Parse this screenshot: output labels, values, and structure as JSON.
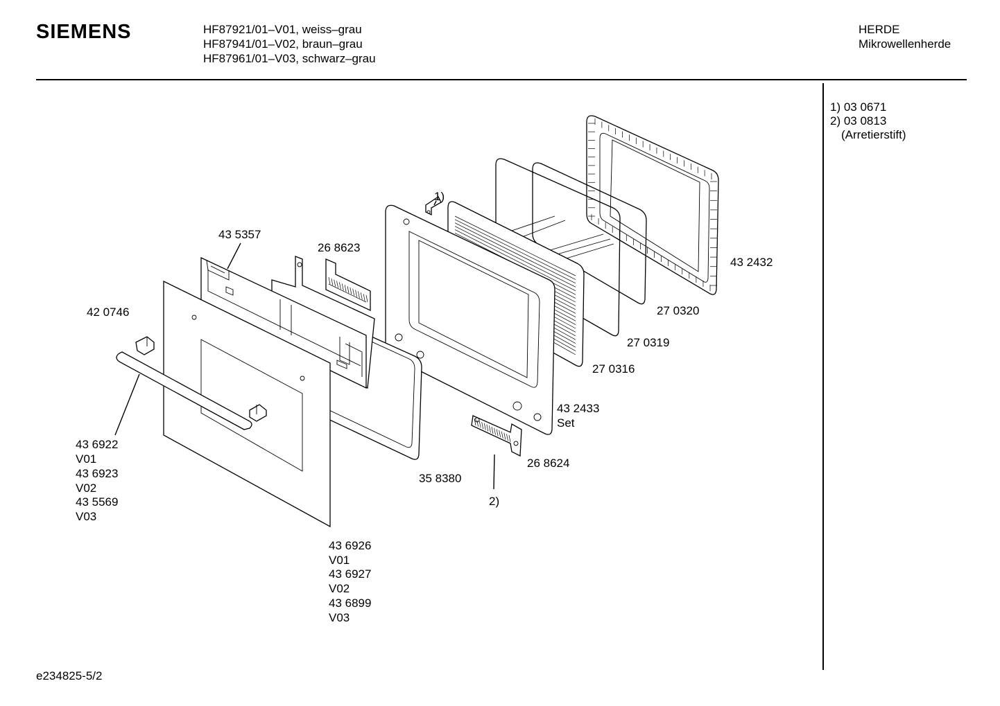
{
  "header": {
    "brand": "SIEMENS",
    "models": [
      "HF87921/01–V01, weiss–grau",
      "HF87941/01–V02, braun–grau",
      "HF87961/01–V03, schwarz–grau"
    ],
    "category": [
      "HERDE",
      "Mikrowellenherde"
    ]
  },
  "notes": {
    "n1": "1) 03 0671",
    "n2": "2) 03 0813",
    "n3": "(Arretierstift)"
  },
  "labels": {
    "p435357": "43 5357",
    "p268623": "26 8623",
    "ref1": "1)",
    "p420746": "42 0746",
    "p432432": "43 2432",
    "p270320": "27 0320",
    "p270319": "27 0319",
    "p270316": "27 0316",
    "p432433": "43 2433",
    "set": "Set",
    "p268624": "26 8624",
    "p358380": "35 8380",
    "ref2": "2)",
    "handle": [
      "43 6922",
      "V01",
      "43 6923",
      "V02",
      "43 5569",
      "V03"
    ],
    "door": [
      "43 6926",
      "V01",
      "43 6927",
      "V02",
      "43 6899",
      "V03"
    ]
  },
  "footer": {
    "code": "e234825-5/2"
  }
}
